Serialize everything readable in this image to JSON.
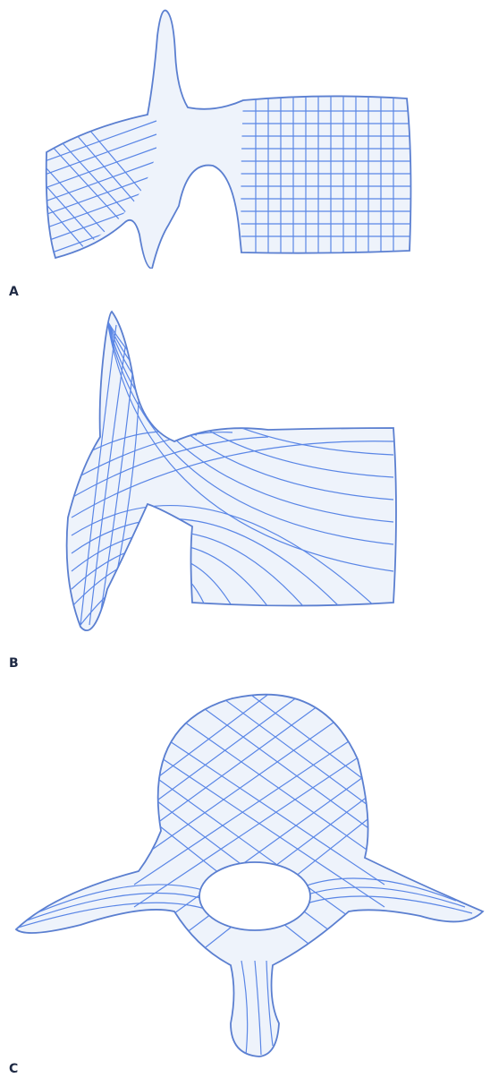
{
  "panels": [
    {
      "label": "A",
      "name": "lateral-view-vertical-horizontal-trabeculae"
    },
    {
      "label": "B",
      "name": "lateral-view-oblique-trabeculae"
    },
    {
      "label": "C",
      "name": "axial-view-trabeculae"
    }
  ],
  "colors": {
    "trabecular_lines": "#5a86e6",
    "bone_outline": "#5b7fd0",
    "bone_fill": "#eef3fb",
    "label_text": "#1f2a44"
  }
}
